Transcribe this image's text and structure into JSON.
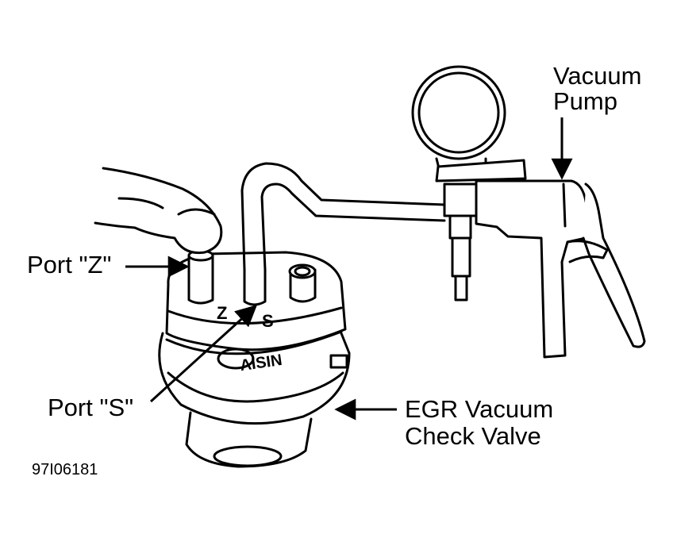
{
  "labels": {
    "vacuum_pump": [
      "Vacuum",
      "Pump"
    ],
    "port_z": "Port \"Z\"",
    "port_s": "Port \"S\"",
    "egr_valve": [
      "EGR Vacuum",
      "Check Valve"
    ],
    "figure_id": "97I06181"
  },
  "markings": {
    "z": "Z",
    "s": "S",
    "brand": "AISIN"
  },
  "colors": {
    "ink": "#000000",
    "paper": "#ffffff"
  }
}
